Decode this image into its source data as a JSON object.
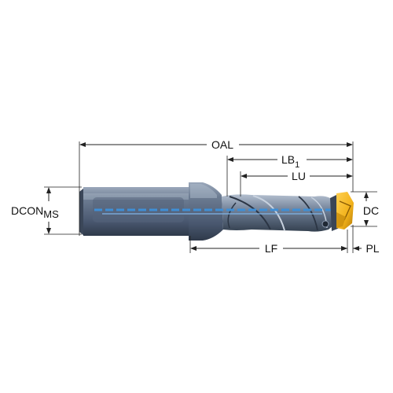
{
  "labels": {
    "oal": "OAL",
    "lb1_main": "LB",
    "lb1_sub": "1",
    "lu": "LU",
    "dcon_main": "DCON",
    "dcon_sub": "MS",
    "dc": "DC",
    "lf": "LF",
    "pl": "PL"
  },
  "colors": {
    "shank": "#5e6f86",
    "shank_light": "#9aa7ba",
    "shank_dark": "#2f3a4a",
    "coolant": "#3f8fd6",
    "insert": "#f2b21b",
    "insert_dark": "#c98d0c",
    "line": "#222222"
  }
}
